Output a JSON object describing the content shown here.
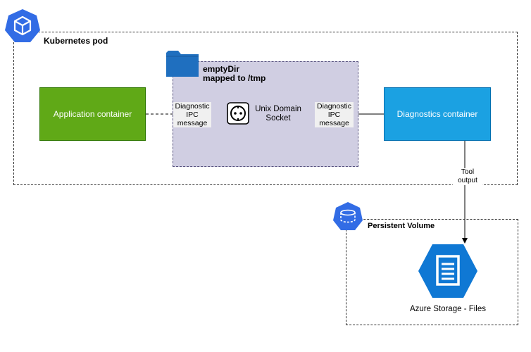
{
  "pod": {
    "title": "Kubernetes pod"
  },
  "empty_dir": {
    "title_line1": "emptyDir",
    "title_line2": "mapped to /tmp"
  },
  "application_container": {
    "label": "Application container"
  },
  "diagnostics_container": {
    "label": "Diagnostics container"
  },
  "socket": {
    "line1": "Unix Domain",
    "line2": "Socket"
  },
  "ipc_left": {
    "line1": "Diagnostic",
    "line2": "IPC",
    "line3": "message"
  },
  "ipc_right": {
    "line1": "Diagnostic",
    "line2": "IPC",
    "line3": "message"
  },
  "tool_output": {
    "line1": "Tool",
    "line2": "output"
  },
  "persistent_volume": {
    "title": "Persistent Volume"
  },
  "azure_storage": {
    "label": "Azure Storage - Files"
  },
  "colors": {
    "kubernetes_blue": "#326ce5",
    "app_green": "#60a917",
    "diag_blue": "#1ba1e2",
    "emptydir_fill": "#d0cee2",
    "folder_blue": "#1f6fbf",
    "azure_storage_blue": "#0f78d4"
  }
}
